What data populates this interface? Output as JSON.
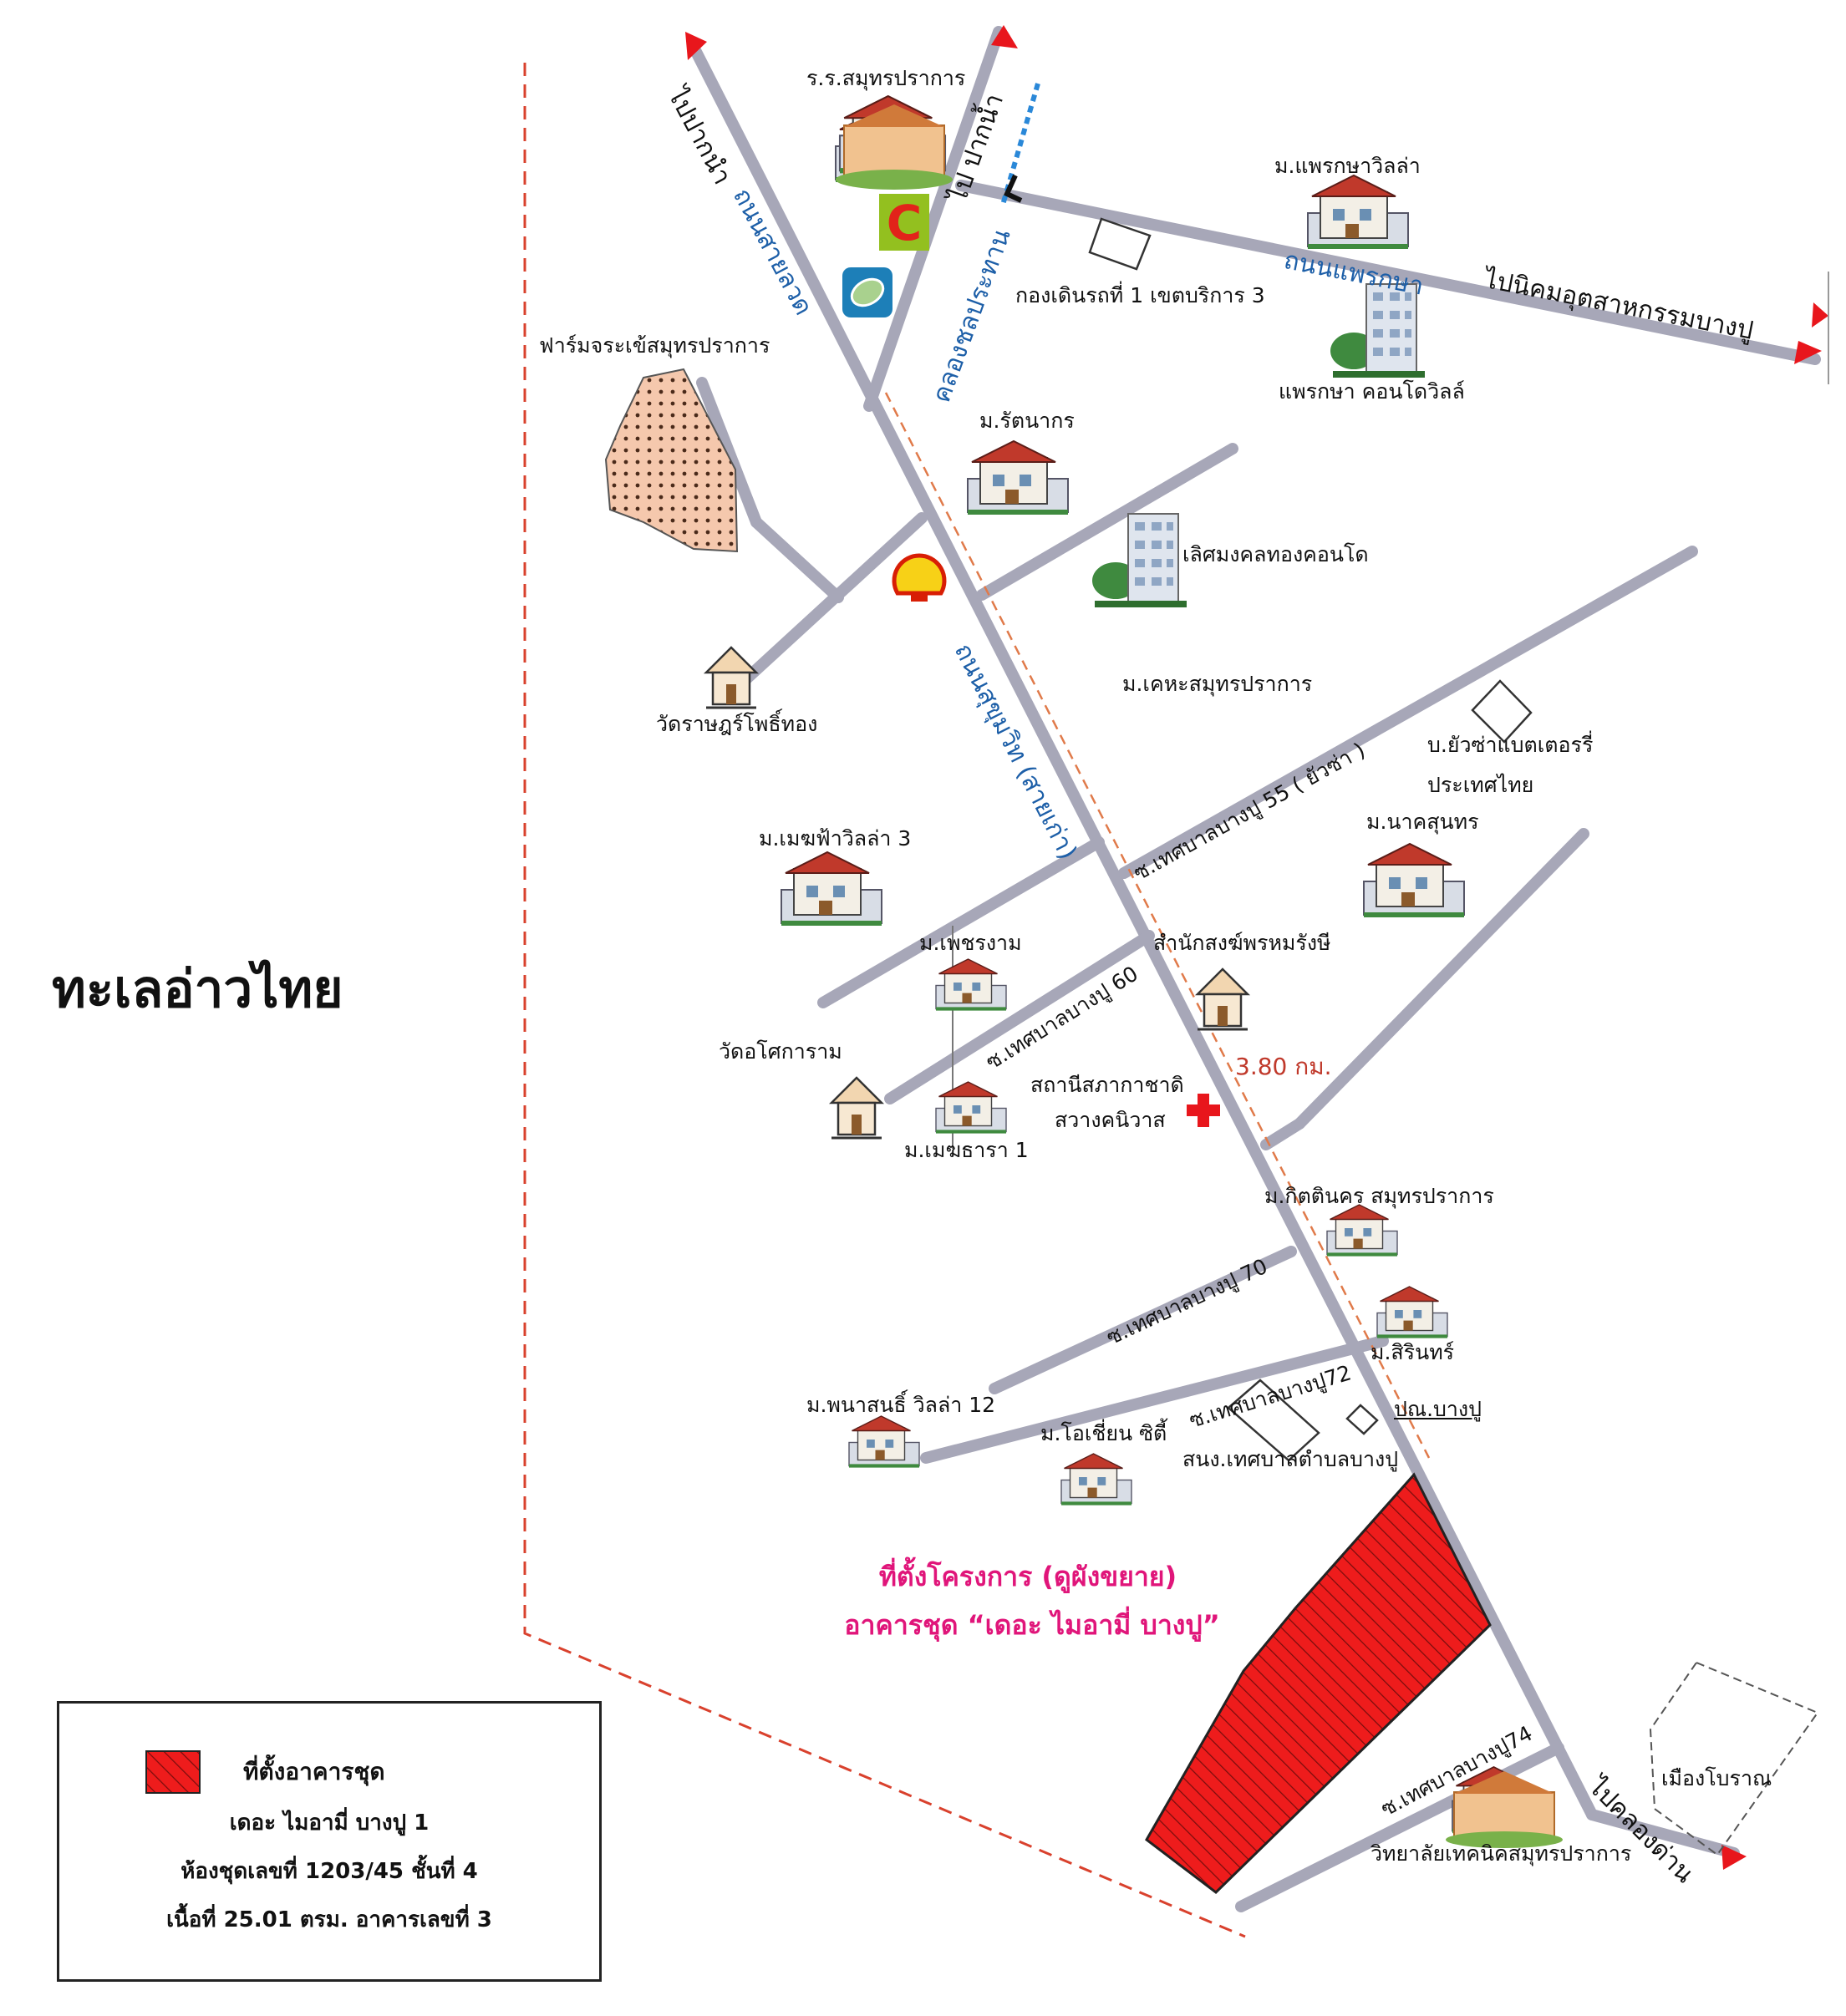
{
  "sea": "ทะเลอ่าวไทย",
  "directions": {
    "to_paknam_left": "ไปปากนำ",
    "to_paknam_right": "ไป ปากน้ำ",
    "to_bangpoo_estate": "ไปนิคมอุตสาหกรรมบางปู",
    "to_khlong_dan": "ไปคลองด่าน"
  },
  "roads": {
    "suk_old": "ถนนสุขุมวิท (สายเก่า)",
    "suk_upper": "ถนนสายลวด",
    "praeksa": "ถนนแพรกษา",
    "canal": "คลองชลประทาน",
    "soi55": "ซ.เทศบาลบางปู 55 ( ยัวซ่า )",
    "soi60": "ซ.เทศบาลบางปู 60",
    "soi70": "ซ.เทศบาลบางปู 70",
    "soi72": "ซ.เทศบาลบางปู72",
    "soi74": "ซ.เทศบาลบางปู74"
  },
  "places": {
    "school": "ร.ร.สมุทรปราการ",
    "praeksa_villa": "ม.แพรกษาวิลล่า",
    "military": "กองเดินรถที่ 1 เขตบริการ 3",
    "praeksa_condo": "แพรกษา คอนโดวิลล์",
    "croc_farm": "ฟาร์มจระเข้สมุทรปราการ",
    "rattanakorn": "ม.รัตนากร",
    "lertmongkol": "เลิศมงคลทองคอนโด",
    "wat_rat": "วัดราษฎร์โพธิ์ทอง",
    "kheha": "ม.เคหะสมุทรปราการ",
    "yuasa_1": "บ.ยัวซ่าแบตเตอรรี่",
    "yuasa_2": "ประเทศไทย",
    "mekfa": "ม.เมฆฟ้าวิลล่า 3",
    "naksunthon": "ม.นาคสุนทร",
    "phetngam": "ม.เพชรงาม",
    "samnak": "สำนักสงฆ์พรหมรังษี",
    "wat_asok": "วัดอโศการาม",
    "red_cross_1": "สถานีสภากาชาดิ",
    "red_cross_2": "สวางคนิวาส",
    "mekthara": "ม.เมฆธารา 1",
    "kittinakorn": "ม.กิตตินคร สมุทรปราการ",
    "sirin": "ม.สิรินทร์",
    "phanasan": "ม.พนาสนธิ์ วิลล่า 12",
    "ocean": "ม.โอเชี่ยน ซิตี้",
    "municipal": "สนง.เทศบาลตำบลบางปู",
    "post": "ปณ.บางปู",
    "tech_college": "วิทยาลัยเทคนิคสมุทรปราการ",
    "ancient_city": "เมืองโบราณ"
  },
  "distance": "3.80 กม.",
  "project": {
    "line1": "ที่ตั้งโครงการ (ดูผังขยาย)",
    "line2": "อาคารชุด “เดอะ ไมอามี่ บางปู”"
  },
  "legend": {
    "title": "ที่ตั้งอาคารชุด",
    "line2": "เดอะ ไมอามี่ บางปู 1",
    "line3": "ห้องชุดเลขที่ 1203/45  ชั้นที่ 4",
    "line4": "เนื้อที่ 25.01 ตรม.  อาคารเลขที่ 3"
  },
  "colors": {
    "road": "#a7a7b8",
    "project_red": "#ee1c1c",
    "arrow_red": "#e8161c",
    "route_orange": "#e07a4a",
    "project_text": "#e0157a",
    "road_label_blue": "#1d5fa8"
  },
  "icons": [
    "house-icon",
    "condo-icon",
    "temple-icon",
    "shell-logo-icon",
    "bigc-logo-icon",
    "bank-logo-icon",
    "red-cross-icon"
  ]
}
